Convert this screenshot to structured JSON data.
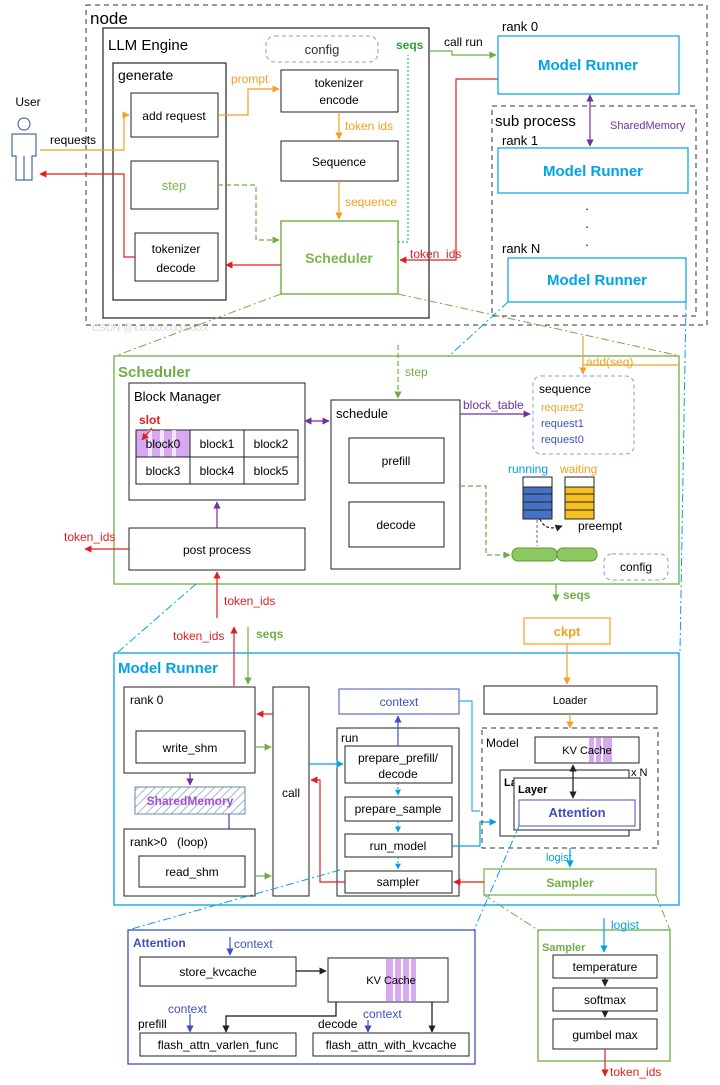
{
  "node": {
    "title": "node",
    "llm_engine": "LLM Engine",
    "config": "config",
    "generate": "generate",
    "add_request": "add request",
    "step": "step",
    "tokenizer_encode_1": "tokenizer",
    "tokenizer_encode_2": "encode",
    "sequence": "Sequence",
    "scheduler": "Scheduler",
    "tokenizer_decode_1": "tokenizer",
    "tokenizer_decode_2": "decode",
    "prompt_label": "prompt",
    "token_ids_label": "token ids",
    "sequence_label": "sequence",
    "seqs_label": "seqs",
    "call_run_label": "call run",
    "token_ids_return": "token_ids",
    "rank0": "rank 0",
    "model_runner_0": "Model Runner",
    "sub_process": "sub process",
    "rank1": "rank 1",
    "model_runner_1": "Model Runner",
    "rankN": "rank N",
    "model_runner_n": "Model Runner",
    "shared_memory": "SharedMemory",
    "dot": ".",
    "watermark": "CSDN @xxxxxxxxxxxxxxx"
  },
  "user": {
    "label": "User",
    "requests": "requests"
  },
  "scheduler_panel": {
    "title": "Scheduler",
    "block_manager": "Block Manager",
    "slot": "slot",
    "blocks": [
      "block0",
      "block1",
      "block2",
      "block3",
      "block4",
      "block5"
    ],
    "post_process": "post process",
    "token_ids_out": "token_ids",
    "step_in": "step",
    "add_seq": "add(seq)",
    "schedule": "schedule",
    "prefill": "prefill",
    "decode": "decode",
    "block_table": "block_table",
    "sequence_title": "sequence",
    "requests": [
      "request2",
      "request1",
      "request0"
    ],
    "running": "running",
    "waiting": "waiting",
    "preempt": "preempt",
    "config": "config",
    "seqs_out": "seqs",
    "token_ids_in": "token_ids"
  },
  "model_runner_panel": {
    "title": "Model Runner",
    "token_ids_out": "token_ids",
    "seqs_in": "seqs",
    "ckpt": "ckpt",
    "loader": "Loader",
    "rank0": "rank 0",
    "write_shm": "write_shm",
    "shared_memory": "SharedMemory",
    "rank_loop": "rank>0   (loop)",
    "read_shm": "read_shm",
    "call": "call",
    "context": "context",
    "run": "run",
    "prepare_prefill_1": "prepare_prefill/",
    "prepare_prefill_2": "decode",
    "prepare_sample": "prepare_sample",
    "run_model": "run_model",
    "sampler": "sampler",
    "model": "Model",
    "kv_cache": "KV Cache",
    "times_n": "x N",
    "layer_back": "La",
    "layer": "Layer",
    "attention": "Attention",
    "logist": "logist",
    "sampler_box": "Sampler"
  },
  "attention_panel": {
    "title": "Attention",
    "context1": "context",
    "store_kvcache": "store_kvcache",
    "kv_cache": "KV Cache",
    "context2": "context",
    "prefill": "prefill",
    "flash_varlen": "flash_attn_varlen_func",
    "context3": "context",
    "decode": "decode",
    "flash_kvcache": "flash_attn_with_kvcache"
  },
  "sampler_panel": {
    "title": "Sampler",
    "logist": "logist",
    "temperature": "temperature",
    "softmax": "softmax",
    "gumbel_max": "gumbel max",
    "token_ids": "token_ids"
  },
  "colors": {
    "blue_box": "#00a2e8",
    "green": "#70ad47",
    "green_text": "#7ab648",
    "orange": "#f4a020",
    "red": "#e31e1e",
    "purple": "#7030a0",
    "navy": "#4050c0",
    "kv_purple": "#d8a8f0",
    "running_blue": "#4472c4",
    "waiting_yellow": "#f5c020"
  }
}
